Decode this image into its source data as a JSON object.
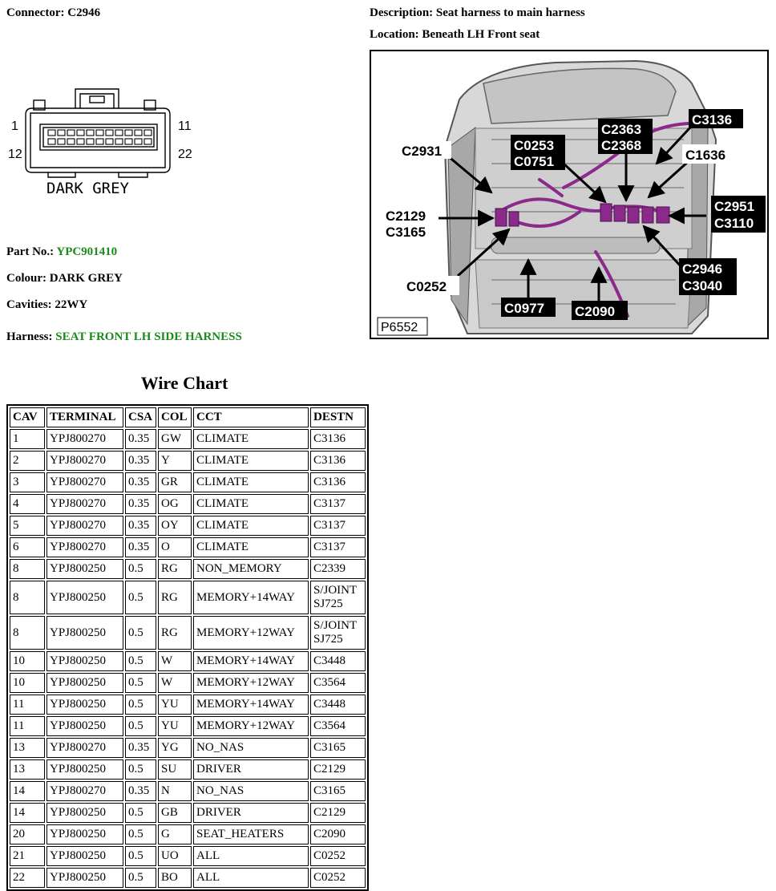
{
  "connector": {
    "label": "Connector:",
    "value": "C2946"
  },
  "description": {
    "label": "Description:",
    "value": "Seat harness to main harness"
  },
  "location": {
    "label": "Location:",
    "value": "Beneath LH Front seat"
  },
  "diagram": {
    "pin_1": "1",
    "pin_11": "11",
    "pin_12": "12",
    "pin_22": "22",
    "color_text": "DARK GREY"
  },
  "part_no": {
    "label": "Part No.:",
    "value": "YPC901410"
  },
  "colour": {
    "label": "Colour:",
    "value": "DARK GREY"
  },
  "cavities": {
    "label": "Cavities:",
    "value": "22WY"
  },
  "harness": {
    "label": "Harness:",
    "value": "SEAT FRONT LH SIDE HARNESS"
  },
  "photo": {
    "ref": "P6552",
    "labels": {
      "c2931": "C2931",
      "c0253": "C0253",
      "c0751": "C0751",
      "c2363": "C2363",
      "c2368": "C2368",
      "c3136": "C3136",
      "c1636": "C1636",
      "c2129": "C2129",
      "c3165": "C3165",
      "c2951": "C2951",
      "c3110": "C3110",
      "c2946": "C2946",
      "c3040": "C3040",
      "c0252": "C0252",
      "c0977": "C0977",
      "c2090": "C2090"
    }
  },
  "wire_chart": {
    "title": "Wire Chart",
    "headers": [
      "CAV",
      "TERMINAL",
      "CSA",
      "COL",
      "CCT",
      "DESTN"
    ],
    "rows": [
      [
        "1",
        "YPJ800270",
        "0.35",
        "GW",
        "CLIMATE",
        "C3136"
      ],
      [
        "2",
        "YPJ800270",
        "0.35",
        "Y",
        "CLIMATE",
        "C3136"
      ],
      [
        "3",
        "YPJ800270",
        "0.35",
        "GR",
        "CLIMATE",
        "C3136"
      ],
      [
        "4",
        "YPJ800270",
        "0.35",
        "OG",
        "CLIMATE",
        "C3137"
      ],
      [
        "5",
        "YPJ800270",
        "0.35",
        "OY",
        "CLIMATE",
        "C3137"
      ],
      [
        "6",
        "YPJ800270",
        "0.35",
        "O",
        "CLIMATE",
        "C3137"
      ],
      [
        "8",
        "YPJ800250",
        "0.5",
        "RG",
        "NON_MEMORY",
        "C2339"
      ],
      [
        "8",
        "YPJ800250",
        "0.5",
        "RG",
        "MEMORY+14WAY",
        "S/JOINT SJ725"
      ],
      [
        "8",
        "YPJ800250",
        "0.5",
        "RG",
        "MEMORY+12WAY",
        "S/JOINT SJ725"
      ],
      [
        "10",
        "YPJ800250",
        "0.5",
        "W",
        "MEMORY+14WAY",
        "C3448"
      ],
      [
        "10",
        "YPJ800250",
        "0.5",
        "W",
        "MEMORY+12WAY",
        "C3564"
      ],
      [
        "11",
        "YPJ800250",
        "0.5",
        "YU",
        "MEMORY+14WAY",
        "C3448"
      ],
      [
        "11",
        "YPJ800250",
        "0.5",
        "YU",
        "MEMORY+12WAY",
        "C3564"
      ],
      [
        "13",
        "YPJ800270",
        "0.35",
        "YG",
        "NO_NAS",
        "C3165"
      ],
      [
        "13",
        "YPJ800250",
        "0.5",
        "SU",
        "DRIVER",
        "C2129"
      ],
      [
        "14",
        "YPJ800270",
        "0.35",
        "N",
        "NO_NAS",
        "C3165"
      ],
      [
        "14",
        "YPJ800250",
        "0.5",
        "GB",
        "DRIVER",
        "C2129"
      ],
      [
        "20",
        "YPJ800250",
        "0.5",
        "G",
        "SEAT_HEATERS",
        "C2090"
      ],
      [
        "21",
        "YPJ800250",
        "0.5",
        "UO",
        "ALL",
        "C0252"
      ],
      [
        "22",
        "YPJ800250",
        "0.5",
        "BO",
        "ALL",
        "C0252"
      ]
    ]
  },
  "colors": {
    "green": "#1a8a1a",
    "harness": "#8b2a8b"
  }
}
